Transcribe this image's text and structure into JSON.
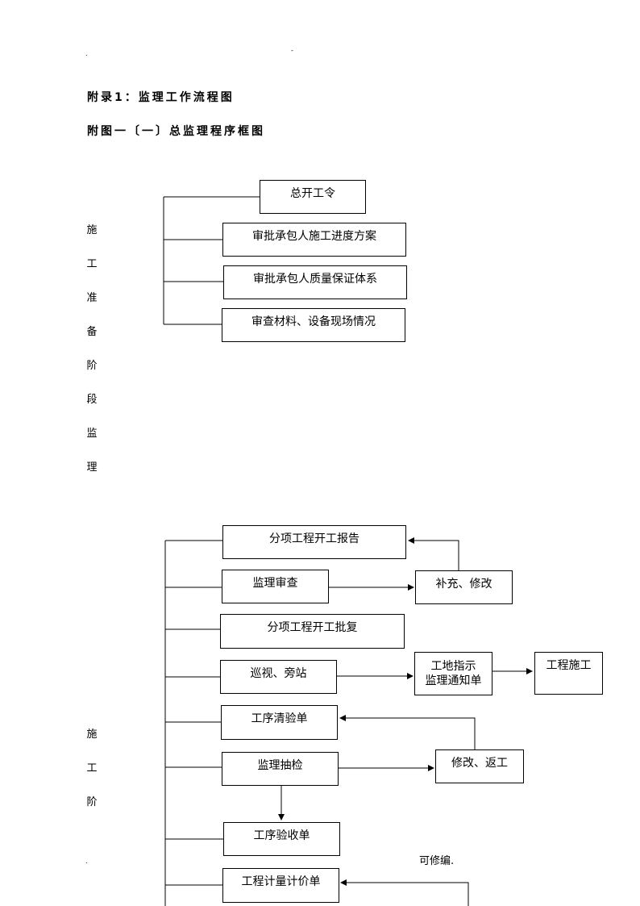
{
  "header": {
    "dot_left": ".",
    "dash_top": "-",
    "appendix_title": "附录1：监理工作流程图",
    "figure_title": "附图一〔一〕总监理程序框图"
  },
  "section1": {
    "side_label": [
      "施",
      "工",
      "准",
      "备",
      "阶",
      "段",
      "监",
      "理"
    ],
    "boxes": {
      "start_order": "总开工令",
      "approve_schedule": "审批承包人施工进度方案",
      "approve_quality": "审批承包人质量保证体系",
      "inspect_materials": "审查材料、设备现场情况"
    }
  },
  "section2": {
    "side_label": [
      "施",
      "工",
      "阶"
    ],
    "boxes": {
      "start_report": "分项工程开工报告",
      "supervisor_review": "监理审查",
      "supplement_revise": "补充、修改",
      "start_approval": "分项工程开工批复",
      "patrol_station": "巡视、旁站",
      "site_notice": "工地指示\n监理通知单",
      "construction": "工程施工",
      "process_check": "工序清验单",
      "spot_check": "监理抽检",
      "revise_rework": "修改、返工",
      "process_accept": "工序验收单",
      "measure_price": "工程计量计价单"
    }
  },
  "footer": {
    "dot_left": ".",
    "editable_note": "可修编."
  }
}
